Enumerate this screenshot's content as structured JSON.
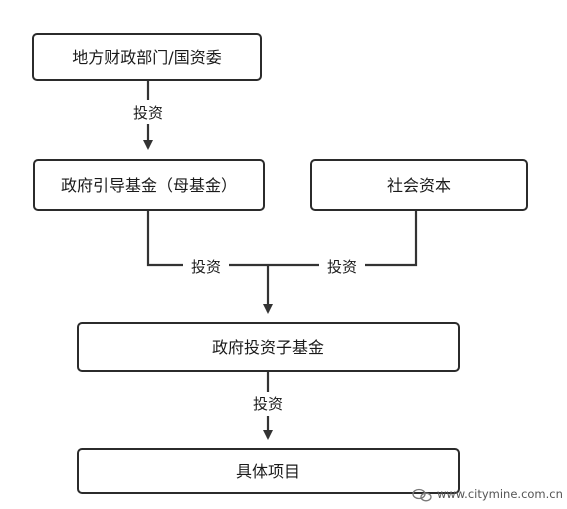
{
  "nodes": {
    "local_finance": "地方财政部门/国资委",
    "guidance_fund": "政府引导基金（母基金）",
    "social_capital": "社会资本",
    "sub_fund": "政府投资子基金",
    "projects": "具体项目"
  },
  "edges": {
    "finance_to_guidance": "投资",
    "guidance_to_sub": "投资",
    "social_to_sub": "投资",
    "sub_to_projects": "投资"
  },
  "watermark": {
    "url": "www.citymine.com.cn"
  }
}
